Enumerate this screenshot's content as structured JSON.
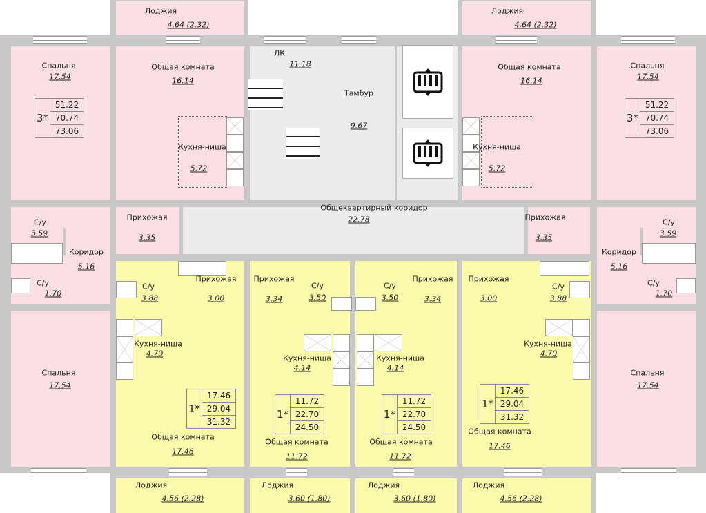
{
  "colors": {
    "apartment_3room": "#fbdfe4",
    "apartment_1room": "#fbfaab",
    "common_area": "#ececec",
    "walls": "#c8c8c8"
  },
  "rooms": [
    {
      "name": "Лоджия",
      "area": "4.64 (2.32)"
    },
    {
      "name": "Спальня",
      "area": "17.54"
    },
    {
      "name": "Общая комната",
      "area": "16.14"
    },
    {
      "name": "Кухня-ниша",
      "area": "5.72"
    },
    {
      "name": "С/у",
      "area": "3.59"
    },
    {
      "name": "Прихожая",
      "area": "3.35"
    },
    {
      "name": "Коридор",
      "area": "5.16"
    },
    {
      "name": "С/у",
      "area": "1.70"
    },
    {
      "name": "Спальня",
      "area": "17.54"
    },
    {
      "name": "ЛК",
      "area": "11.18"
    },
    {
      "name": "Тамбур",
      "area": "9.67"
    },
    {
      "name": "Общеквартирный коридор",
      "area": "22.78"
    },
    {
      "name": "С/у",
      "area": "3.88"
    },
    {
      "name": "Прихожая",
      "area": "3.00"
    },
    {
      "name": "Кухня-ниша",
      "area": "4.70"
    },
    {
      "name": "Общая комната",
      "area": "17.46"
    },
    {
      "name": "Лоджия",
      "area": "4.56 (2.28)"
    },
    {
      "name": "Прихожая",
      "area": "3.34"
    },
    {
      "name": "С/у",
      "area": "3.50"
    },
    {
      "name": "Кухня-ниша",
      "area": "4.14"
    },
    {
      "name": "Общая комната",
      "area": "11.72"
    },
    {
      "name": "Лоджия",
      "area": "3.60 (1.80)"
    },
    {
      "name": "С/у",
      "area": "3.50"
    },
    {
      "name": "Прихожая",
      "area": "3.34"
    },
    {
      "name": "Кухня-ниша",
      "area": "4.14"
    },
    {
      "name": "Общая комната",
      "area": "11.72"
    },
    {
      "name": "Лоджия",
      "area": "3.60 (1.80)"
    },
    {
      "name": "Прихожая",
      "area": "3.00"
    },
    {
      "name": "С/у",
      "area": "3.88"
    },
    {
      "name": "Кухня-ниша",
      "area": "4.70"
    },
    {
      "name": "Общая комната",
      "area": "17.46"
    },
    {
      "name": "Лоджия",
      "area": "4.56 (2.28)"
    },
    {
      "name": "Лоджия",
      "area": "4.64 (2.32)"
    },
    {
      "name": "Общая комната",
      "area": "16.14"
    },
    {
      "name": "Спальня",
      "area": "17.54"
    },
    {
      "name": "Кухня-ниша",
      "area": "5.72"
    },
    {
      "name": "Прихожая",
      "area": "3.35"
    },
    {
      "name": "С/у",
      "area": "3.59"
    },
    {
      "name": "Коридор",
      "area": "5.16"
    },
    {
      "name": "С/у",
      "area": "1.70"
    },
    {
      "name": "Спальня",
      "area": "17.54"
    }
  ],
  "apartments": [
    {
      "rooms": "3*",
      "living": "51.22",
      "total": "70.74",
      "total_with_loggia": "73.06"
    },
    {
      "rooms": "1*",
      "living": "17.46",
      "total": "29.04",
      "total_with_loggia": "31.32"
    },
    {
      "rooms": "1*",
      "living": "11.72",
      "total": "22.70",
      "total_with_loggia": "24.50"
    },
    {
      "rooms": "1*",
      "living": "11.72",
      "total": "22.70",
      "total_with_loggia": "24.50"
    },
    {
      "rooms": "1*",
      "living": "17.46",
      "total": "29.04",
      "total_with_loggia": "31.32"
    },
    {
      "rooms": "3*",
      "living": "51.22",
      "total": "70.74",
      "total_with_loggia": "73.06"
    }
  ]
}
